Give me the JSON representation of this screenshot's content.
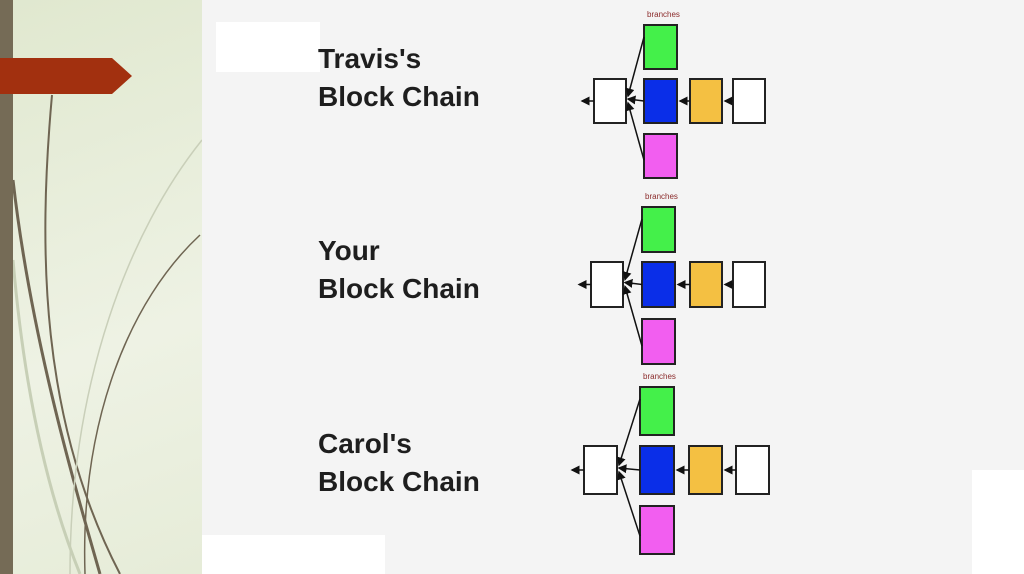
{
  "slide": {
    "accent_color": "#a2300f",
    "blocks": [
      {
        "title_line1": "Travis's",
        "title_line2": "Block Chain",
        "branch_label": "branches"
      },
      {
        "title_line1": "Your",
        "title_line2": "Block Chain",
        "branch_label": "branches"
      },
      {
        "title_line1": "Carol's",
        "title_line2": "Block Chain",
        "branch_label": "branches"
      }
    ],
    "block_colors": {
      "branch_top": "#44f04a",
      "main": "#0a2ee8",
      "branch_bottom": "#f25ef0",
      "next": "#f4c042",
      "plain": "#ffffff"
    }
  }
}
